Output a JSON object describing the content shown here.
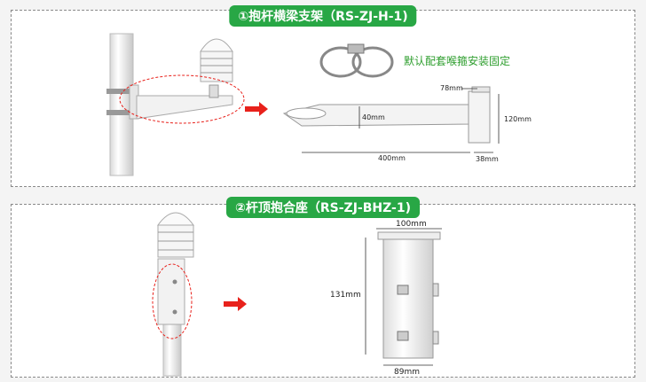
{
  "section1": {
    "title": "①抱杆横梁支架（RS-ZJ-H-1)",
    "note": "默认配套喉箍安装固定",
    "dims": {
      "d78": "78mm",
      "d40": "40mm",
      "d120": "120mm",
      "d400": "400mm",
      "d38": "38mm"
    }
  },
  "section2": {
    "title": "②杆顶抱合座（RS-ZJ-BHZ-1)",
    "dims": {
      "d100": "100mm",
      "d131": "131mm",
      "d89": "89mm"
    }
  },
  "colors": {
    "accent_green": "#28a745",
    "arrow_red": "#e8211b"
  }
}
